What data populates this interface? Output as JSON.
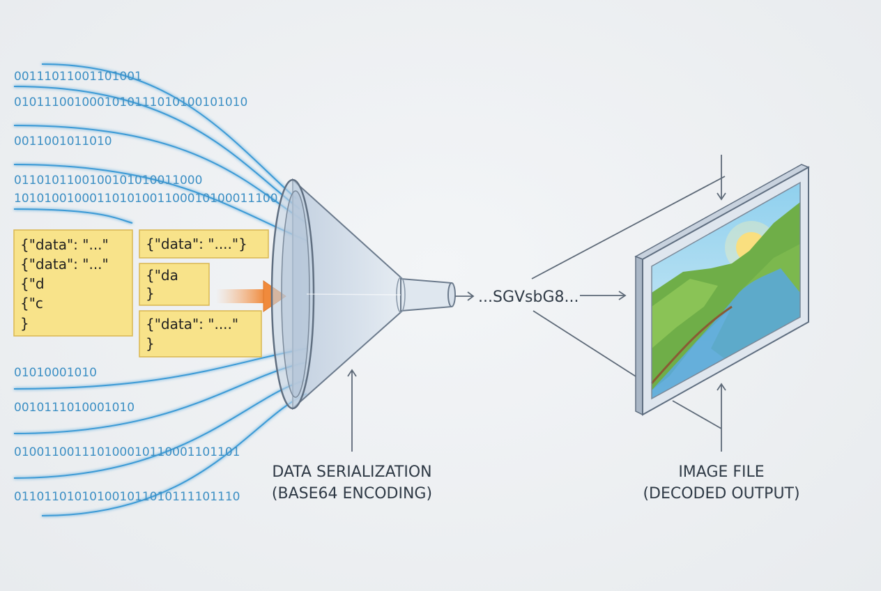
{
  "binary_rows": {
    "upper": [
      "00111011001101001",
      "0101110010001010111010100101010",
      "0011001011010",
      "0110101100100101010011000",
      "10101001000110101001100010100011100"
    ],
    "lower": [
      "01010001010",
      "0010111010001010",
      "010011001110100010110001101101",
      "011011010101001011010111101110"
    ]
  },
  "json_cards": {
    "card1": [
      "{\"data\": \"...\"",
      "{\"data\": \"...\"",
      "{\"d",
      "{\"c",
      "}"
    ],
    "card2": [
      "{\"data\": \"....\"}"
    ],
    "card3": [
      "{\"da",
      "}"
    ],
    "card4": [
      "{\"data\": \"....\"",
      "}"
    ]
  },
  "encoded_string": "...SGVsbG8...",
  "labels": {
    "serialization_title": "DATA SERIALIZATION",
    "serialization_subtitle": "(BASE64 ENCODING)",
    "image_title": "IMAGE FILE",
    "image_subtitle": "(DECODED OUTPUT)"
  },
  "colors": {
    "binary_stream": "#3a9ad6",
    "json_card": "#f8e38a",
    "arrow_orange": "#f0944a",
    "funnel": "#c9d6e4",
    "text": "#2e3945"
  }
}
